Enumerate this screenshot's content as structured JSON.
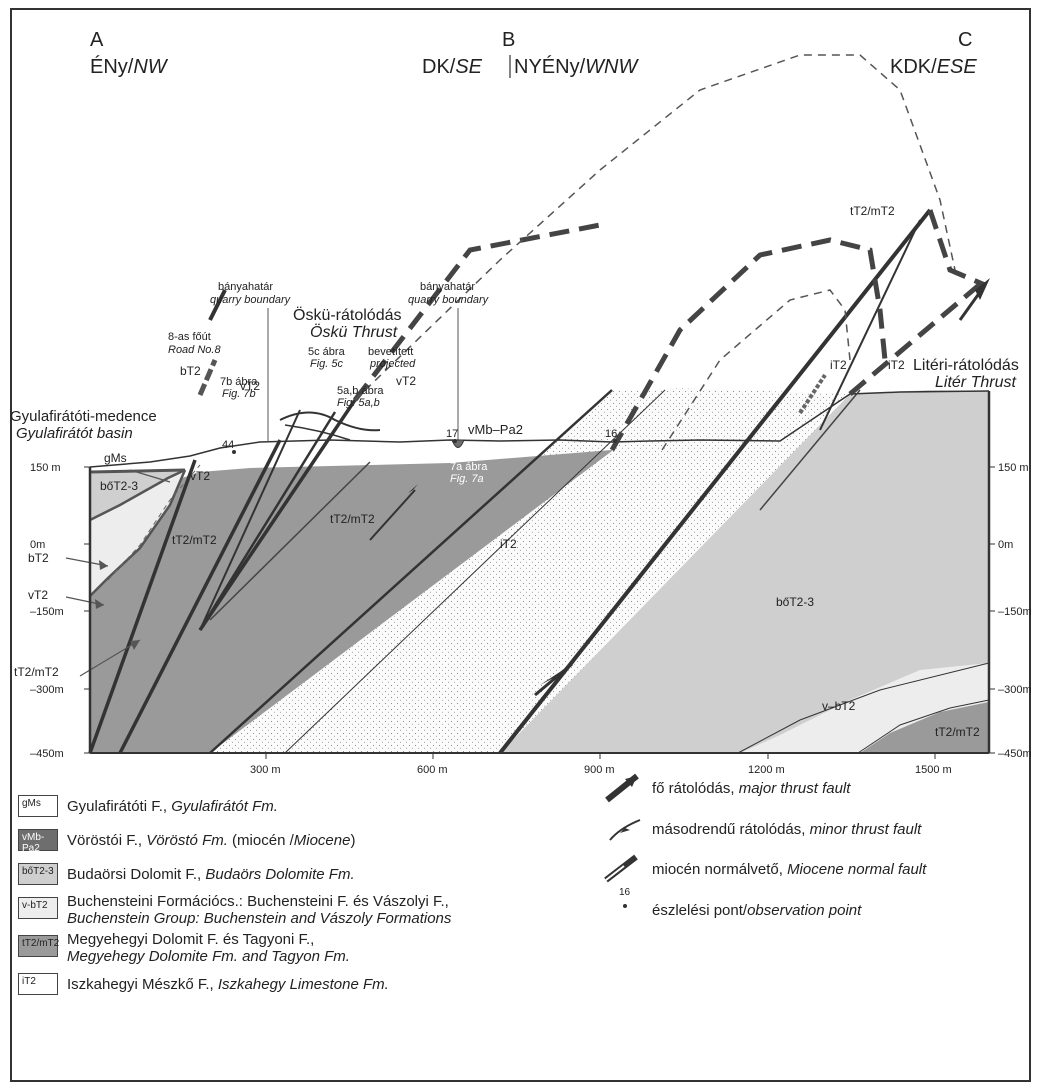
{
  "section": {
    "point_a": "A",
    "point_b": "B",
    "point_c": "C",
    "dir_a_hu": "ÉNy/",
    "dir_a_en": "NW",
    "dir_b_left_hu": "DK/",
    "dir_b_left_en": "SE",
    "dir_b_right_hu": "NYÉNy/",
    "dir_b_right_en": "WNW",
    "dir_c_hu": "KDK/",
    "dir_c_en": "ESE"
  },
  "axes": {
    "y_ticks": [
      "150 m",
      "0m",
      "–150m",
      "–300m",
      "–450m"
    ],
    "x_ticks": [
      "300 m",
      "600 m",
      "900 m",
      "1200 m",
      "1500 m"
    ]
  },
  "annotations": {
    "quarry_hu": "bányahatár",
    "quarry_en": "quarry boundary",
    "oskü_hu": "Öskü-rátolódás",
    "oskü_en": "Öskü Thrust",
    "road_hu": "8-as főút",
    "road_en": "Road No.8",
    "fig5c_hu": "5c ábra",
    "fig5c_en": "Fig. 5c",
    "projected_hu": "bevetített",
    "projected_en": "projected",
    "fig7b_hu": "7b ábra",
    "fig7b_en": "Fig. 7b",
    "fig5ab_hu": "5a,b ábra",
    "fig5ab_en": "Fig. 5a,b",
    "fig7a_hu": "7a ábra",
    "fig7a_en": "Fig. 7a",
    "basin_hu": "Gyulafirátóti-medence",
    "basin_en": "Gyulafirátót basin",
    "liter_hu": "Litéri-rátolódás",
    "liter_en": "Litér Thrust",
    "obs_44": "44",
    "obs_17": "17",
    "obs_16": "16"
  },
  "units": {
    "gMs": "gMs",
    "vMb_Pa2": "vMb–Pa2",
    "bo_T23": "bőT2-3",
    "vb_T2": "v–bT2",
    "tm_T2": "tT2/mT2",
    "i_T2": "iT2",
    "b_T2": "bT2",
    "v_T2": "vT2"
  },
  "legend": {
    "items": [
      {
        "code": "gMs",
        "hu": "Gyulafirátóti F., ",
        "en": "Gyulafirátót Fm.",
        "color": "#ffffff"
      },
      {
        "code": "vMb-Pa2",
        "hu": "Vöröstói F., ",
        "en": "Vöröstó Fm.",
        "extra_hu": " (miocén /",
        "extra_en": "Miocene",
        "extra_end": ")",
        "color": "#6e6e6e"
      },
      {
        "code": "bőT2-3",
        "hu": "Budaörsi Dolomit F., ",
        "en": "Budaörs Dolomite Fm.",
        "color": "#cfcfcf"
      },
      {
        "code": "v-bT2",
        "hu": "Buchensteini Formációcs.: Buchensteini F. és Vászolyi F.,",
        "en": "Buchenstein Group: Buchenstein and Vászoly Formations",
        "color": "#ededed"
      },
      {
        "code": "tT2/mT2",
        "hu": "Megyehegyi Dolomit F. és Tagyoni F.,",
        "en": "Megyehegy Dolomite Fm. and Tagyon Fm.",
        "color": "#9a9a9a"
      },
      {
        "code": "iT2",
        "hu": "Iszkahegyi Mészkő F., ",
        "en": "Iszkahegy Limestone Fm.",
        "color": "#ffffff"
      }
    ],
    "symbols": [
      {
        "hu": "fő rátolódás, ",
        "en": "major thrust fault"
      },
      {
        "hu": "másodrendű rátolódás, ",
        "en": "minor thrust fault"
      },
      {
        "hu": "miocén normálvető, ",
        "en": "Miocene normal fault"
      },
      {
        "hu": "észlelési pont/",
        "en": "observation point",
        "num": "16"
      }
    ]
  },
  "colors": {
    "dark_unit": "#9a9a9a",
    "light_unit": "#cfcfcf",
    "pale_unit": "#ededed",
    "stipple_unit": "#fbfbfb",
    "line": "#2a2a2a"
  }
}
